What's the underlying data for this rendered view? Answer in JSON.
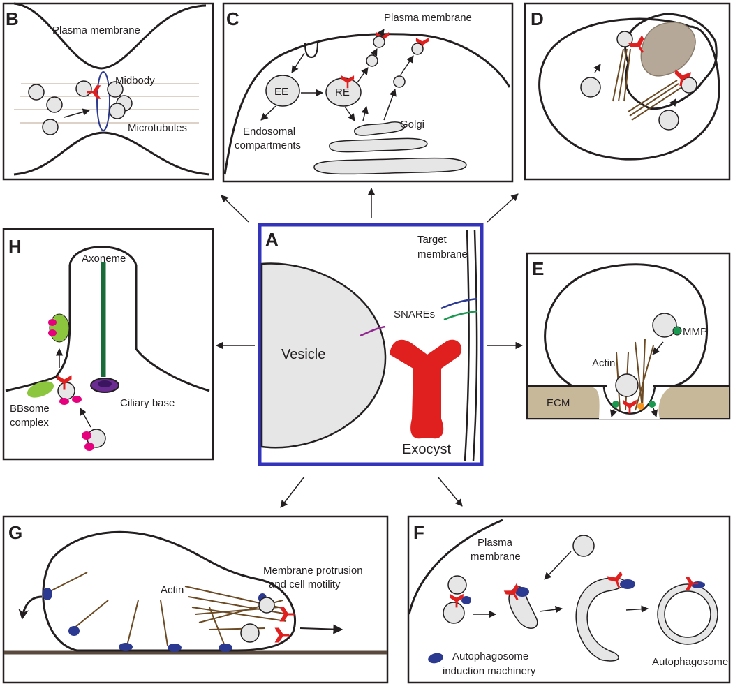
{
  "colors": {
    "exocyst": "#e0201f",
    "frame_blue": "#3333bb",
    "vesicle_fill": "#e6e6e6",
    "actin": "#6b4a24",
    "microtubule": "#c9b8a6",
    "ecm": "#c8b89a",
    "axoneme": "#1a6b3a",
    "bbsome_green": "#8cc63f",
    "bbsome_pink": "#e6007e",
    "autophagy_blue": "#2b3990",
    "mmp_green": "#1a9850",
    "ciliary_base": "#6a2c91",
    "snare_purple": "#92278f",
    "snare_blue": "#2b3990",
    "snare_green": "#1a9850"
  },
  "panels": {
    "A": {
      "letter": "A",
      "vesicle": "Vesicle",
      "target1": "Target",
      "target2": "membrane",
      "snares": "SNAREs",
      "exocyst": "Exocyst"
    },
    "B": {
      "letter": "B",
      "plasma": "Plasma membrane",
      "midbody": "Midbody",
      "microtubules": "Microtubules"
    },
    "C": {
      "letter": "C",
      "plasma": "Plasma membrane",
      "ee": "EE",
      "re": "RE",
      "golgi": "Golgi",
      "endo1": "Endosomal",
      "endo2": "compartments"
    },
    "D": {
      "letter": "D"
    },
    "E": {
      "letter": "E",
      "mmp": "MMP",
      "actin": "Actin",
      "ecm": "ECM"
    },
    "F": {
      "letter": "F",
      "plasma1": "Plasma",
      "plasma2": "membrane",
      "autophagosome": "Autophagosome",
      "induction1": "Autophagosome",
      "induction2": "induction machinery"
    },
    "G": {
      "letter": "G",
      "actin": "Actin",
      "protrusion1": "Membrane protrusion",
      "protrusion2": "and cell motility"
    },
    "H": {
      "letter": "H",
      "axoneme": "Axoneme",
      "ciliary_base": "Ciliary base",
      "bbsome1": "BBsome",
      "bbsome2": "complex"
    }
  }
}
